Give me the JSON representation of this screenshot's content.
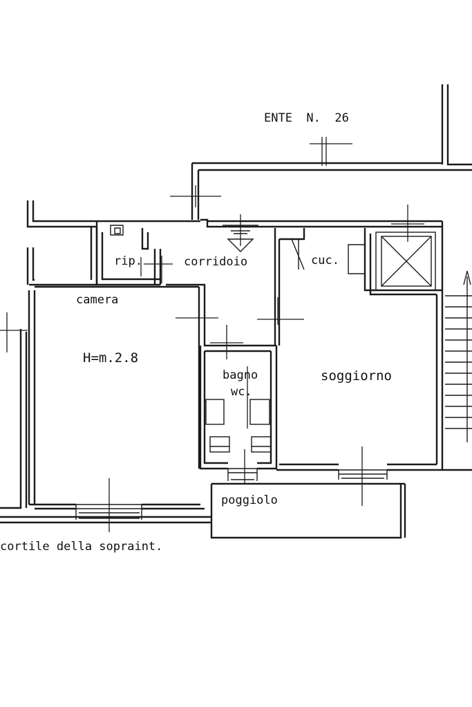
{
  "plan": {
    "unit_label": "ENTE  N.  26",
    "rooms": {
      "ripostiglio": "rip.",
      "corridoio": "corridoio",
      "cucina": "cuc.",
      "camera": "camera",
      "height": "H=m.2.8",
      "bagno": "bagno",
      "wc": "wc.",
      "soggiorno": "soggiorno",
      "poggiolo": "poggiolo"
    },
    "footer": "cortile della sopraint."
  }
}
